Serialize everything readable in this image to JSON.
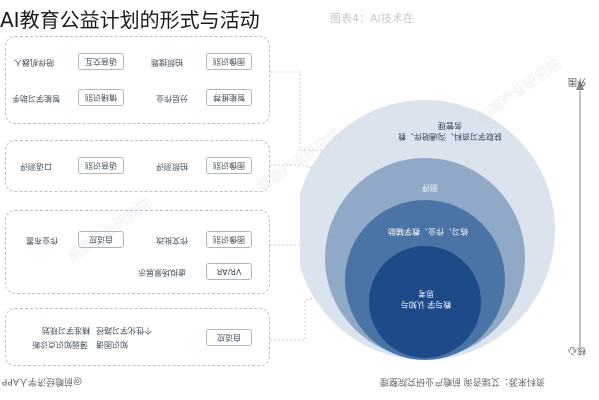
{
  "title": "AI教育公益计划的形式与活动",
  "header_faint": "图表4：AI技术在",
  "panels": [
    {
      "cells": [
        "陪伴机器人",
        "语音交互",
        "拍照搜题",
        "图像识别",
        "智能学习助手",
        "情绪识别",
        "分层作业",
        "智能推荐"
      ]
    },
    {
      "cells": [
        "口语测评",
        "语音识别",
        "拍照测评",
        "图像识别"
      ]
    },
    {
      "cells": [
        "作业布置",
        "自适应",
        "作文批改",
        "图像识别",
        "虚拟场景展示",
        "VR/AR"
      ]
    },
    {
      "cells": [
        "精准学习规划",
        "个性化学习路径",
        "薄弱知识点诊断",
        "知识图谱",
        "自适应"
      ]
    }
  ],
  "circles": {
    "outer": "获取学习资料、沟通陪伴、教务管理",
    "second": "测评",
    "third": "练习、作业、教学辅助",
    "core": "教与学 认知与思考"
  },
  "axis": {
    "top": "外围",
    "bottom": "核心"
  },
  "footer": {
    "left": "资料来源：艾瑞咨询 前瞻产业研究院整理",
    "right": "@前瞻经济学人APP"
  },
  "watermark": "前瞻产业研究院"
}
